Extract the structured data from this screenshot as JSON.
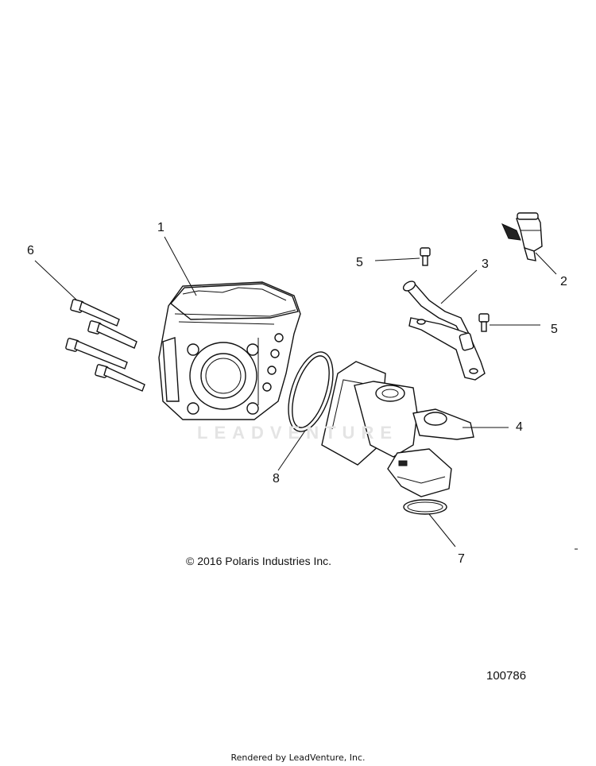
{
  "callouts": [
    {
      "id": "1",
      "text": "1"
    },
    {
      "id": "2",
      "text": "2"
    },
    {
      "id": "3",
      "text": "3"
    },
    {
      "id": "4",
      "text": "4"
    },
    {
      "id": "5a",
      "text": "5"
    },
    {
      "id": "5b",
      "text": "5"
    },
    {
      "id": "6",
      "text": "6"
    },
    {
      "id": "7",
      "text": "7"
    },
    {
      "id": "8",
      "text": "8"
    }
  ],
  "copyright": "© 2016 Polaris Industries Inc.",
  "figure_number": "100786",
  "footer": "Rendered by LeadVenture, Inc.",
  "watermark": "LEADVENTURE"
}
